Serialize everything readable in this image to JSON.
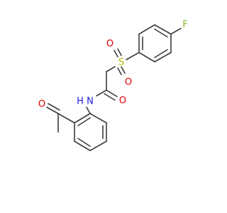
{
  "molecule": {
    "atoms": {
      "fluorine": "F",
      "sulfur": "S",
      "sulfonyl_oxygen_top": "O",
      "sulfonyl_oxygen_bottom": "O",
      "amide_oxygen": "O",
      "amide_nitrogen": "N",
      "amide_hydrogen": "H",
      "ketone_oxygen": "O"
    },
    "colors": {
      "bond": "#3c3c3c",
      "fluorine": "#84b42c",
      "sulfur": "#b4b400",
      "oxygen": "#e00000",
      "nitrogen": "#1c1cdc",
      "carbon": "#3c3c3c"
    }
  }
}
